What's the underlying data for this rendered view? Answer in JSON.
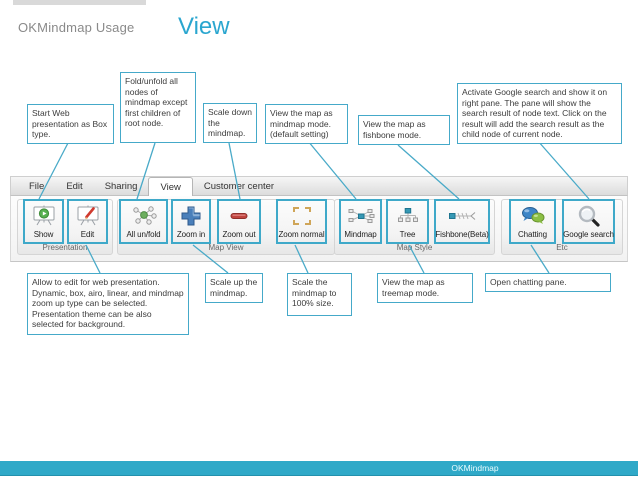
{
  "header": {
    "app_label": "OKMindmap Usage",
    "page_title": "View"
  },
  "menu_tabs": {
    "items": [
      {
        "label": "File",
        "selected": false
      },
      {
        "label": "Edit",
        "selected": false
      },
      {
        "label": "Sharing",
        "selected": false
      },
      {
        "label": "View",
        "selected": true
      },
      {
        "label": "Customer center",
        "selected": false
      }
    ]
  },
  "ribbon": {
    "groups": [
      {
        "label": "Presentation",
        "buttons": [
          {
            "label": "Show",
            "icon": "show-presentation-icon"
          },
          {
            "label": "Edit",
            "icon": "edit-presentation-icon"
          }
        ]
      },
      {
        "label": "Map View",
        "buttons": [
          {
            "label": "All un/fold",
            "icon": "unfold-nodes-icon"
          },
          {
            "label": "Zoom in",
            "icon": "zoom-in-plus-icon"
          },
          {
            "label": "Zoom out",
            "icon": "zoom-out-minus-icon"
          },
          {
            "label": "Zoom normal",
            "icon": "zoom-normal-corners-icon"
          }
        ]
      },
      {
        "label": "Map Style",
        "buttons": [
          {
            "label": "Mindmap",
            "icon": "mindmap-diagram-icon"
          },
          {
            "label": "Tree",
            "icon": "tree-diagram-icon"
          },
          {
            "label": "Fishbone(Beta)",
            "icon": "fishbone-diagram-icon"
          }
        ]
      },
      {
        "label": "Etc",
        "buttons": [
          {
            "label": "Chatting",
            "icon": "chat-bubbles-icon"
          },
          {
            "label": "Google search",
            "icon": "magnifier-icon"
          }
        ]
      }
    ]
  },
  "callouts": {
    "top": [
      {
        "text": "Start Web presentation as Box type."
      },
      {
        "text": "Fold/unfold all nodes of mindmap except first children of root node."
      },
      {
        "text": "Scale down the mindmap."
      },
      {
        "text": "View the map as mindmap mode. (default setting)"
      },
      {
        "text": "View the map as fishbone mode."
      },
      {
        "text": "Activate Google search and show it on right pane. The pane will show the search result of node text. Click on the result will add the search result as the child node of current node."
      }
    ],
    "bottom": [
      {
        "text": "Allow to edit for web presentation. Dynamic, box, airo, linear, and mindmap zoom up type can be selected. Presentation theme can be also selected for background."
      },
      {
        "text": "Scale up the mindmap."
      },
      {
        "text": "Scale the mindmap to 100% size."
      },
      {
        "text": "View the map as treemap mode."
      },
      {
        "text": "Open chatting pane."
      }
    ]
  },
  "footer": {
    "brand": "OKMindmap"
  },
  "colors": {
    "accent": "#45a9c9",
    "title_blue": "#2aa6cf",
    "footer_bar": "#2fa9c8"
  }
}
